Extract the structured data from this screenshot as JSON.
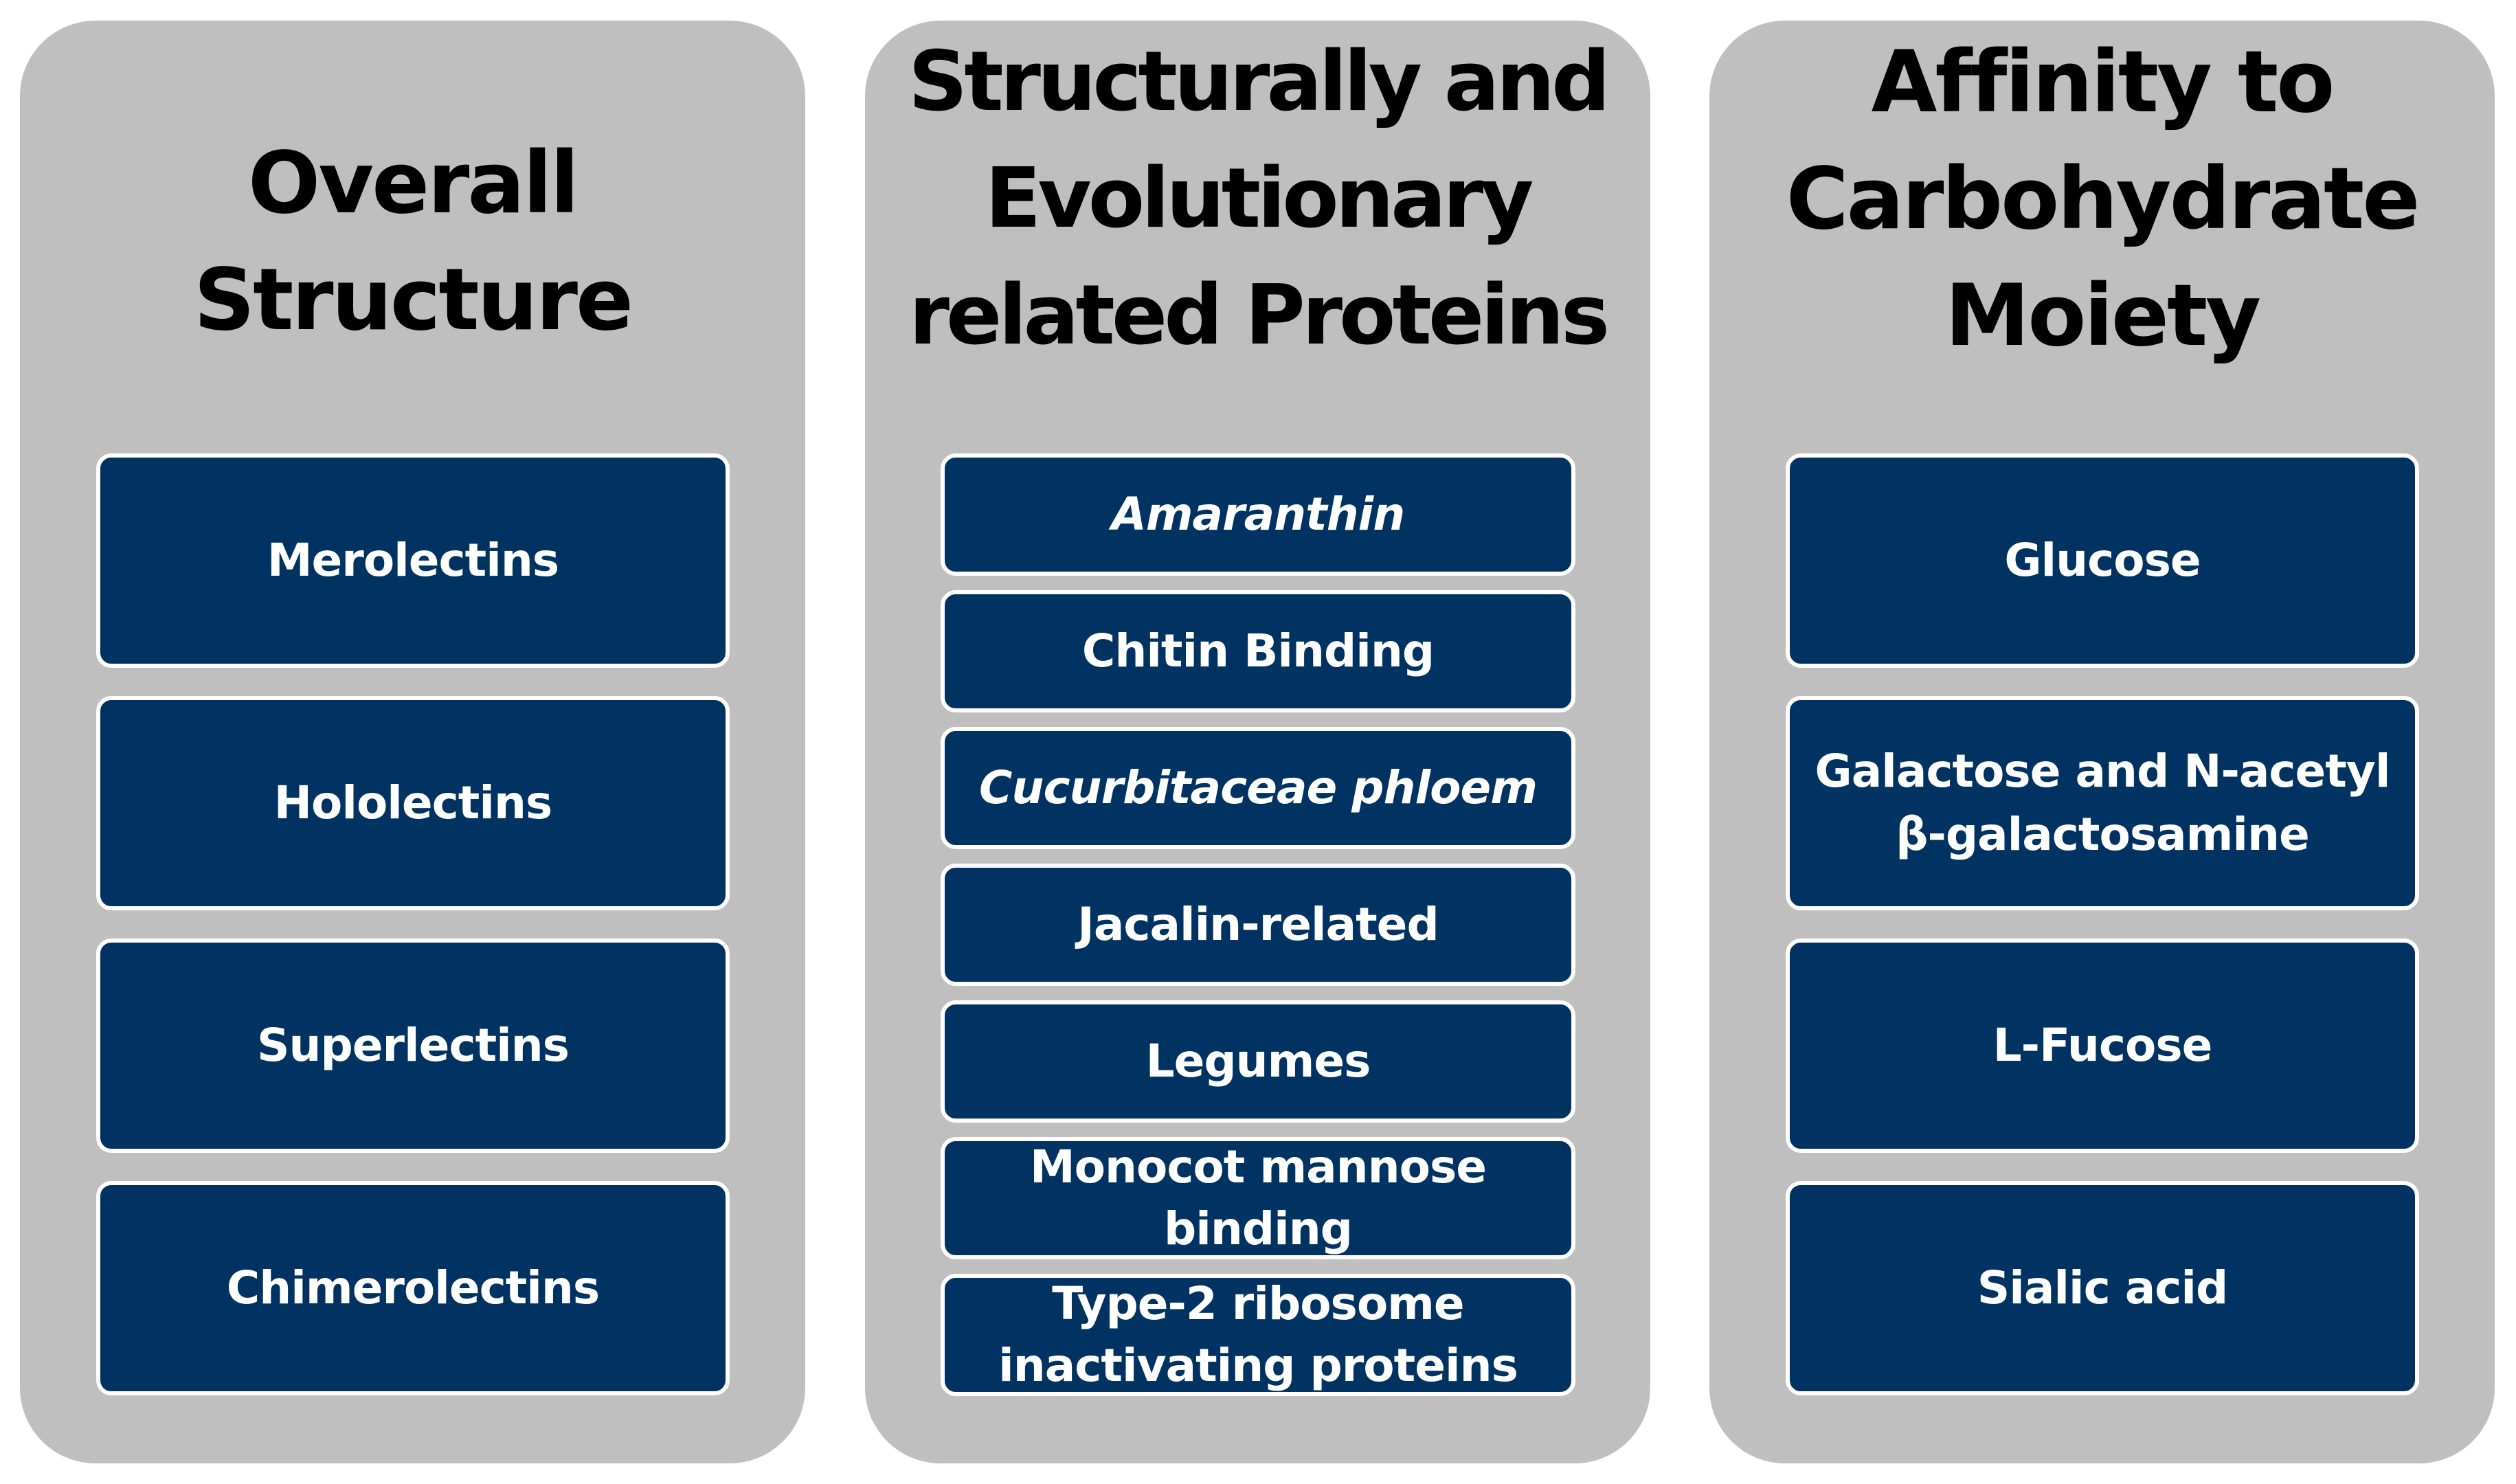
{
  "columns": [
    {
      "title": "Overall\nStructure",
      "items": [
        {
          "label": "Merolectins",
          "italic": false
        },
        {
          "label": "Hololectins",
          "italic": false
        },
        {
          "label": "Superlectins",
          "italic": false
        },
        {
          "label": "Chimerolectins",
          "italic": false
        }
      ]
    },
    {
      "title": "Structurally and\nEvolutionary\nrelated Proteins",
      "items": [
        {
          "label": "Amaranthin",
          "italic": true
        },
        {
          "label": "Chitin Binding",
          "italic": false
        },
        {
          "label": "Cucurbitaceae phloem",
          "italic": true
        },
        {
          "label": "Jacalin-related",
          "italic": false
        },
        {
          "label": "Legumes",
          "italic": false
        },
        {
          "label": "Monocot mannose\nbinding",
          "italic": false
        },
        {
          "label": "Type-2 ribosome\ninactivating proteins",
          "italic": false
        }
      ]
    },
    {
      "title": "Affinity to\nCarbohydrate\nMoiety",
      "items": [
        {
          "label": "Glucose",
          "italic": false
        },
        {
          "label": "Galactose and N-acetyl\nβ-galactosamine",
          "italic": false
        },
        {
          "label": "L-Fucose",
          "italic": false
        },
        {
          "label": "Sialic acid",
          "italic": false
        }
      ]
    }
  ],
  "colors": {
    "panel": "#bfbfbf",
    "box": "#003362",
    "box_border": "#ffffff",
    "box_text": "#ffffff",
    "title_text": "#000000"
  }
}
